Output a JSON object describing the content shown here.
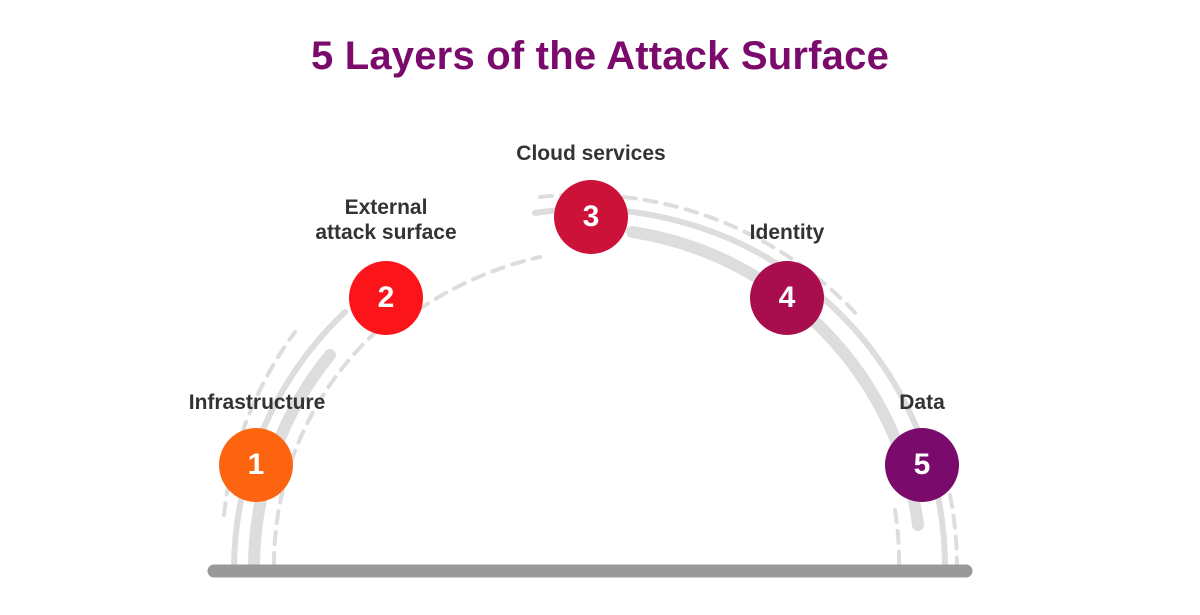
{
  "title": "5 Layers of the Attack Surface",
  "layers": [
    {
      "number": "1",
      "label": "Infrastructure",
      "color": "#fd640f"
    },
    {
      "number": "2",
      "label_line1": "External",
      "label_line2": "attack surface",
      "color": "#fb1419"
    },
    {
      "number": "3",
      "label": "Cloud services",
      "color": "#cc1238"
    },
    {
      "number": "4",
      "label": "Identity",
      "color": "#a80d4d"
    },
    {
      "number": "5",
      "label": "Data",
      "color": "#7a0a6b"
    }
  ],
  "colors": {
    "title": "#7a0a6b",
    "arc": "#dddddd",
    "base": "#999999",
    "label": "#333333"
  }
}
